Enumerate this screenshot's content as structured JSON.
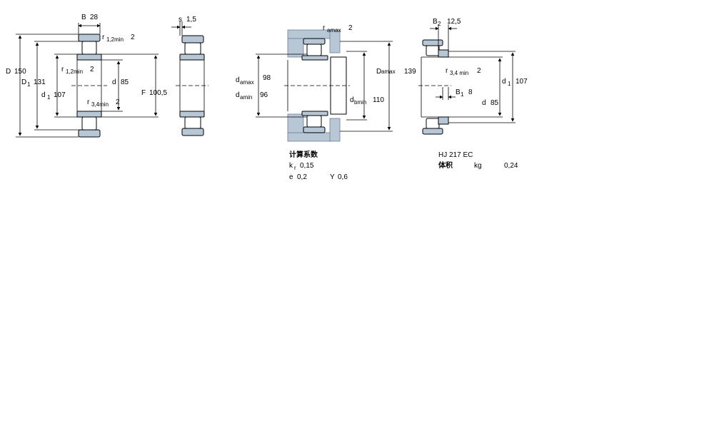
{
  "view1": {
    "B": {
      "label": "B",
      "value": "28"
    },
    "r12_top": {
      "label": "r",
      "sub": "1,2min",
      "value": "2"
    },
    "r12_mid": {
      "label": "r",
      "sub": "1,2min",
      "value": "2"
    },
    "r34": {
      "label": "r",
      "sub": "3,4min",
      "value": "2"
    },
    "D": {
      "label": "D",
      "value": "150"
    },
    "D1": {
      "label": "D",
      "sub": "1",
      "value": "131"
    },
    "d1": {
      "label": "d",
      "sub": "1",
      "value": "107"
    },
    "d": {
      "label": "d",
      "value": "85"
    },
    "F": {
      "label": "F",
      "value": "100,5"
    }
  },
  "view2": {
    "s": {
      "label": "s",
      "value": "1,5"
    }
  },
  "view3": {
    "ramax": {
      "label": "r",
      "sub": "amax",
      "value": "2"
    },
    "damax": {
      "label": "d",
      "sub": "amax",
      "value": "98"
    },
    "damin": {
      "label": "d",
      "sub": "amin",
      "value": "96"
    },
    "Damax": {
      "label": "D",
      "sub": "amax",
      "value": "139"
    },
    "dbmin": {
      "label": "d",
      "sub": "bmin",
      "value": "110"
    }
  },
  "view4": {
    "B2": {
      "label": "B",
      "sub": "2",
      "value": "12,5"
    },
    "r34": {
      "label": "r",
      "sub": "3,4 min",
      "value": "2"
    },
    "B1": {
      "label": "B",
      "sub": "1",
      "value": "8"
    },
    "d1": {
      "label": "d",
      "sub": "1",
      "value": "107"
    },
    "d": {
      "label": "d",
      "value": "85"
    }
  },
  "calc": {
    "heading": "计算系数",
    "kr_label": "k",
    "kr_sub": "r",
    "kr_value": "0,15",
    "e_label": "e",
    "e_value": "0,2",
    "Y_label": "Y",
    "Y_value": "0,6"
  },
  "ring": {
    "designation": "HJ 217 EC",
    "mass_label": "体积",
    "mass_unit": "kg",
    "mass_value": "0,24"
  },
  "colors": {
    "ring_fill": "#b7c7d6"
  }
}
